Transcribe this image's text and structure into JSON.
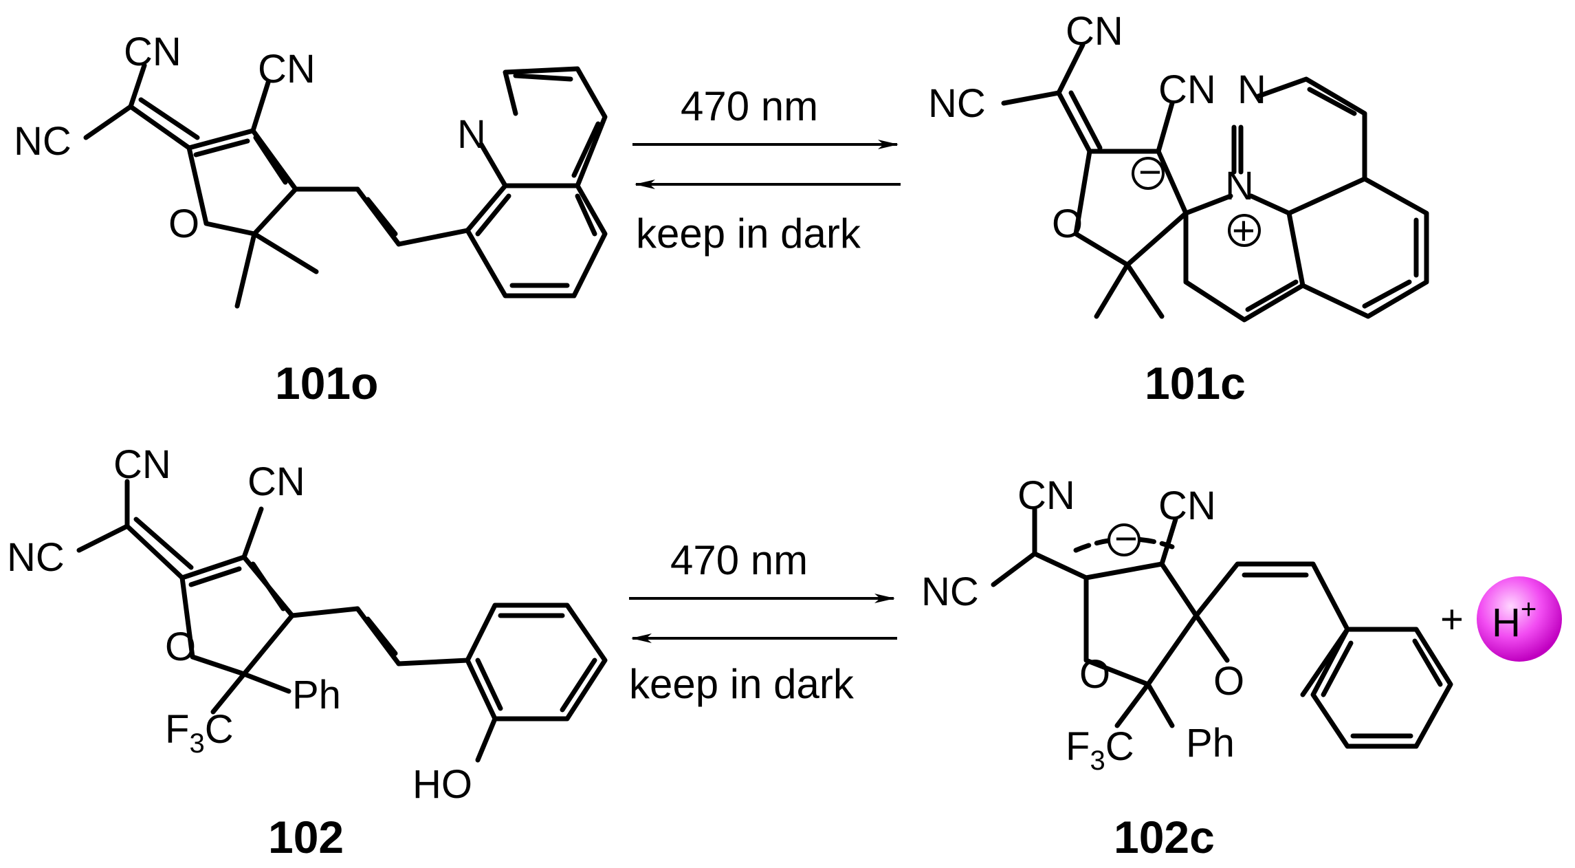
{
  "atoms": {
    "cn": "CN",
    "nc": "NC",
    "o": "O",
    "n": "N",
    "ph": "Ph",
    "f3": "F",
    "f3_sub": "3",
    "c": "C",
    "ho": "HO",
    "plus": "+",
    "minus": "−",
    "h": "H"
  },
  "conditions": {
    "top_forward": "470 nm",
    "top_reverse": "keep in dark",
    "bottom_forward": "470 nm",
    "bottom_reverse": "keep in dark"
  },
  "compounds": {
    "c101o": "101o",
    "c101c": "101c",
    "c102": "102",
    "c102c": "102c"
  },
  "colors": {
    "proton_fill": "#ee00ee",
    "ink": "#000000"
  }
}
